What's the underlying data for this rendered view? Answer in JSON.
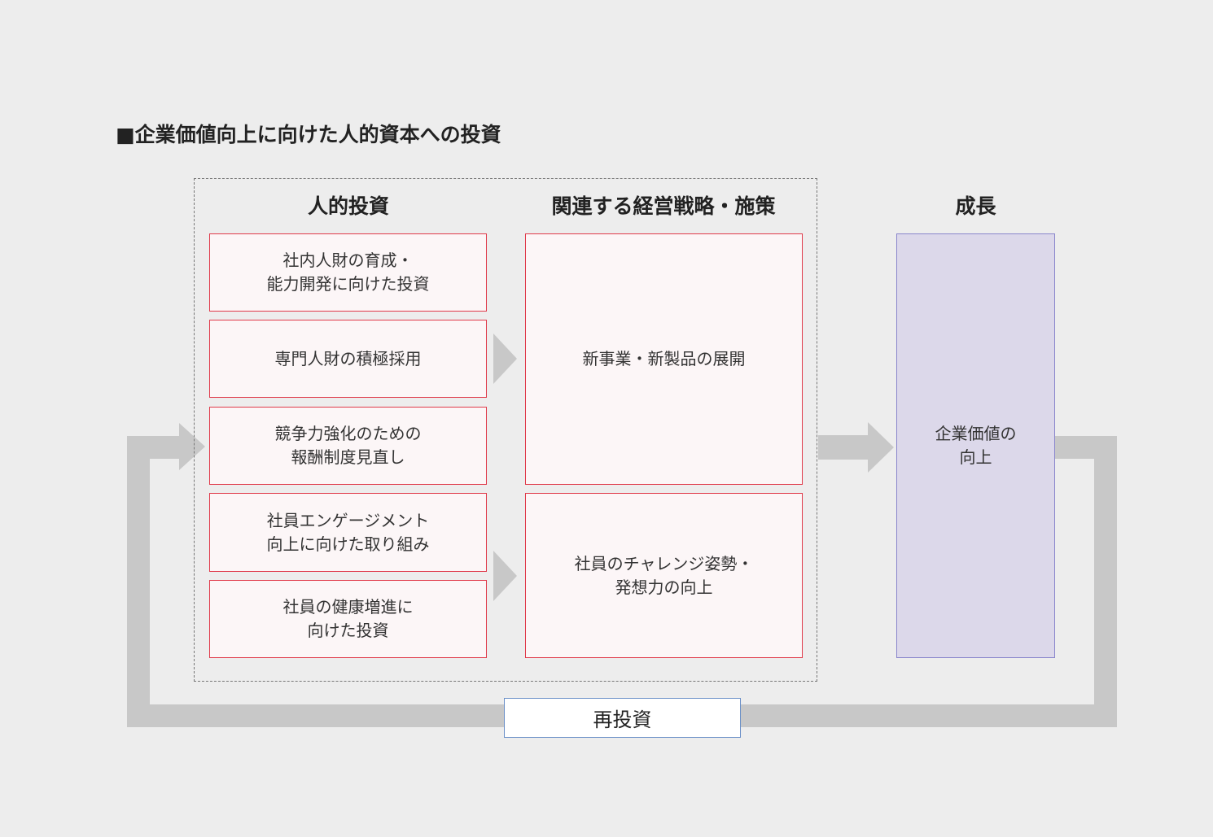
{
  "title": "■企業価値向上に向けた人的資本への投資",
  "columns": {
    "investment": "人的投資",
    "strategy": "関連する経営戦略・施策",
    "growth": "成長"
  },
  "investments": [
    "社内人財の育成・\n能力開発に向けた投資",
    "専門人財の積極採用",
    "競争力強化のための\n報酬制度見直し",
    "社員エンゲージメント\n向上に向けた取り組み",
    "社員の健康増進に\n向けた投資"
  ],
  "strategies": [
    "新事業・新製品の展開",
    "社員のチャレンジ姿勢・\n発想力の向上"
  ],
  "growth_box": "企業価値の\n向上",
  "reinvest_label": "再投資",
  "colors": {
    "background": "#ededed",
    "box_border": "#e03a4a",
    "box_fill": "#fcf6f7",
    "growth_fill": "#dcd8ea",
    "growth_border": "#8a86cc",
    "arrow": "#c8c8c8",
    "reinvest_border": "#6a8fc7"
  }
}
